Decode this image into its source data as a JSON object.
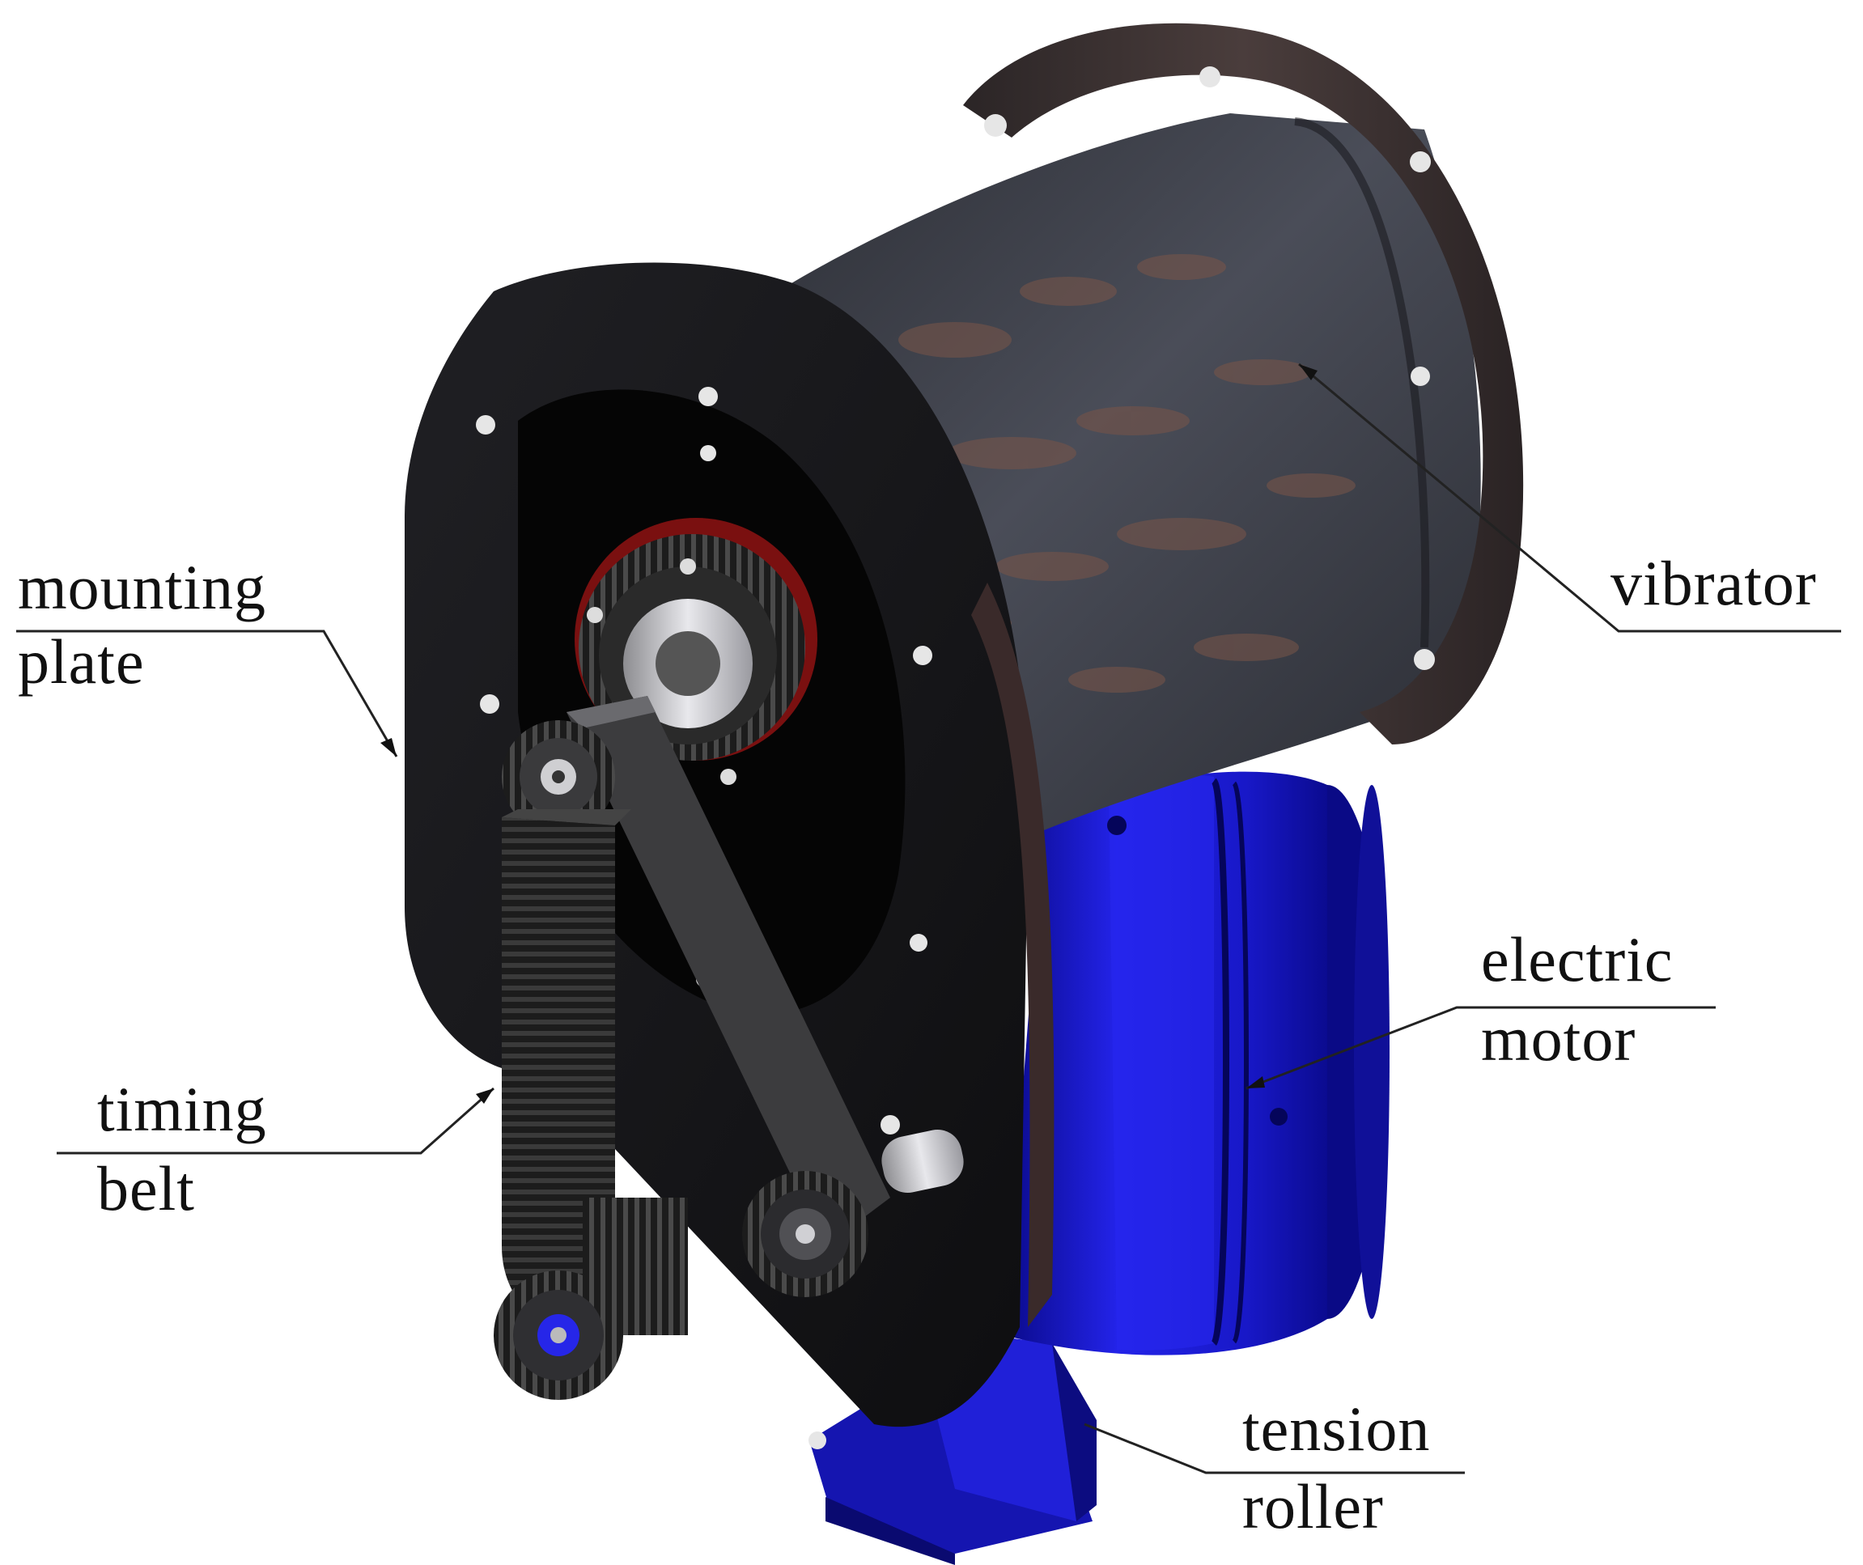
{
  "labels": {
    "mounting_plate": [
      "mounting",
      "plate"
    ],
    "timing_belt": [
      "timing",
      "belt"
    ],
    "vibrator": "vibrator",
    "electric_motor": [
      "electric",
      "motor"
    ],
    "tension_roller": [
      "tension",
      "roller"
    ]
  },
  "colors": {
    "background": "#ffffff",
    "plate": "#1a1a1c",
    "drum": "#3d3f48",
    "rust": "#7a5548",
    "motor": "#1f1fe0",
    "motor_dark": "#0c0c9a",
    "belt": "#2a2a2a",
    "steel": "#c8c8cc",
    "leader": "#222222",
    "text": "#111111"
  }
}
